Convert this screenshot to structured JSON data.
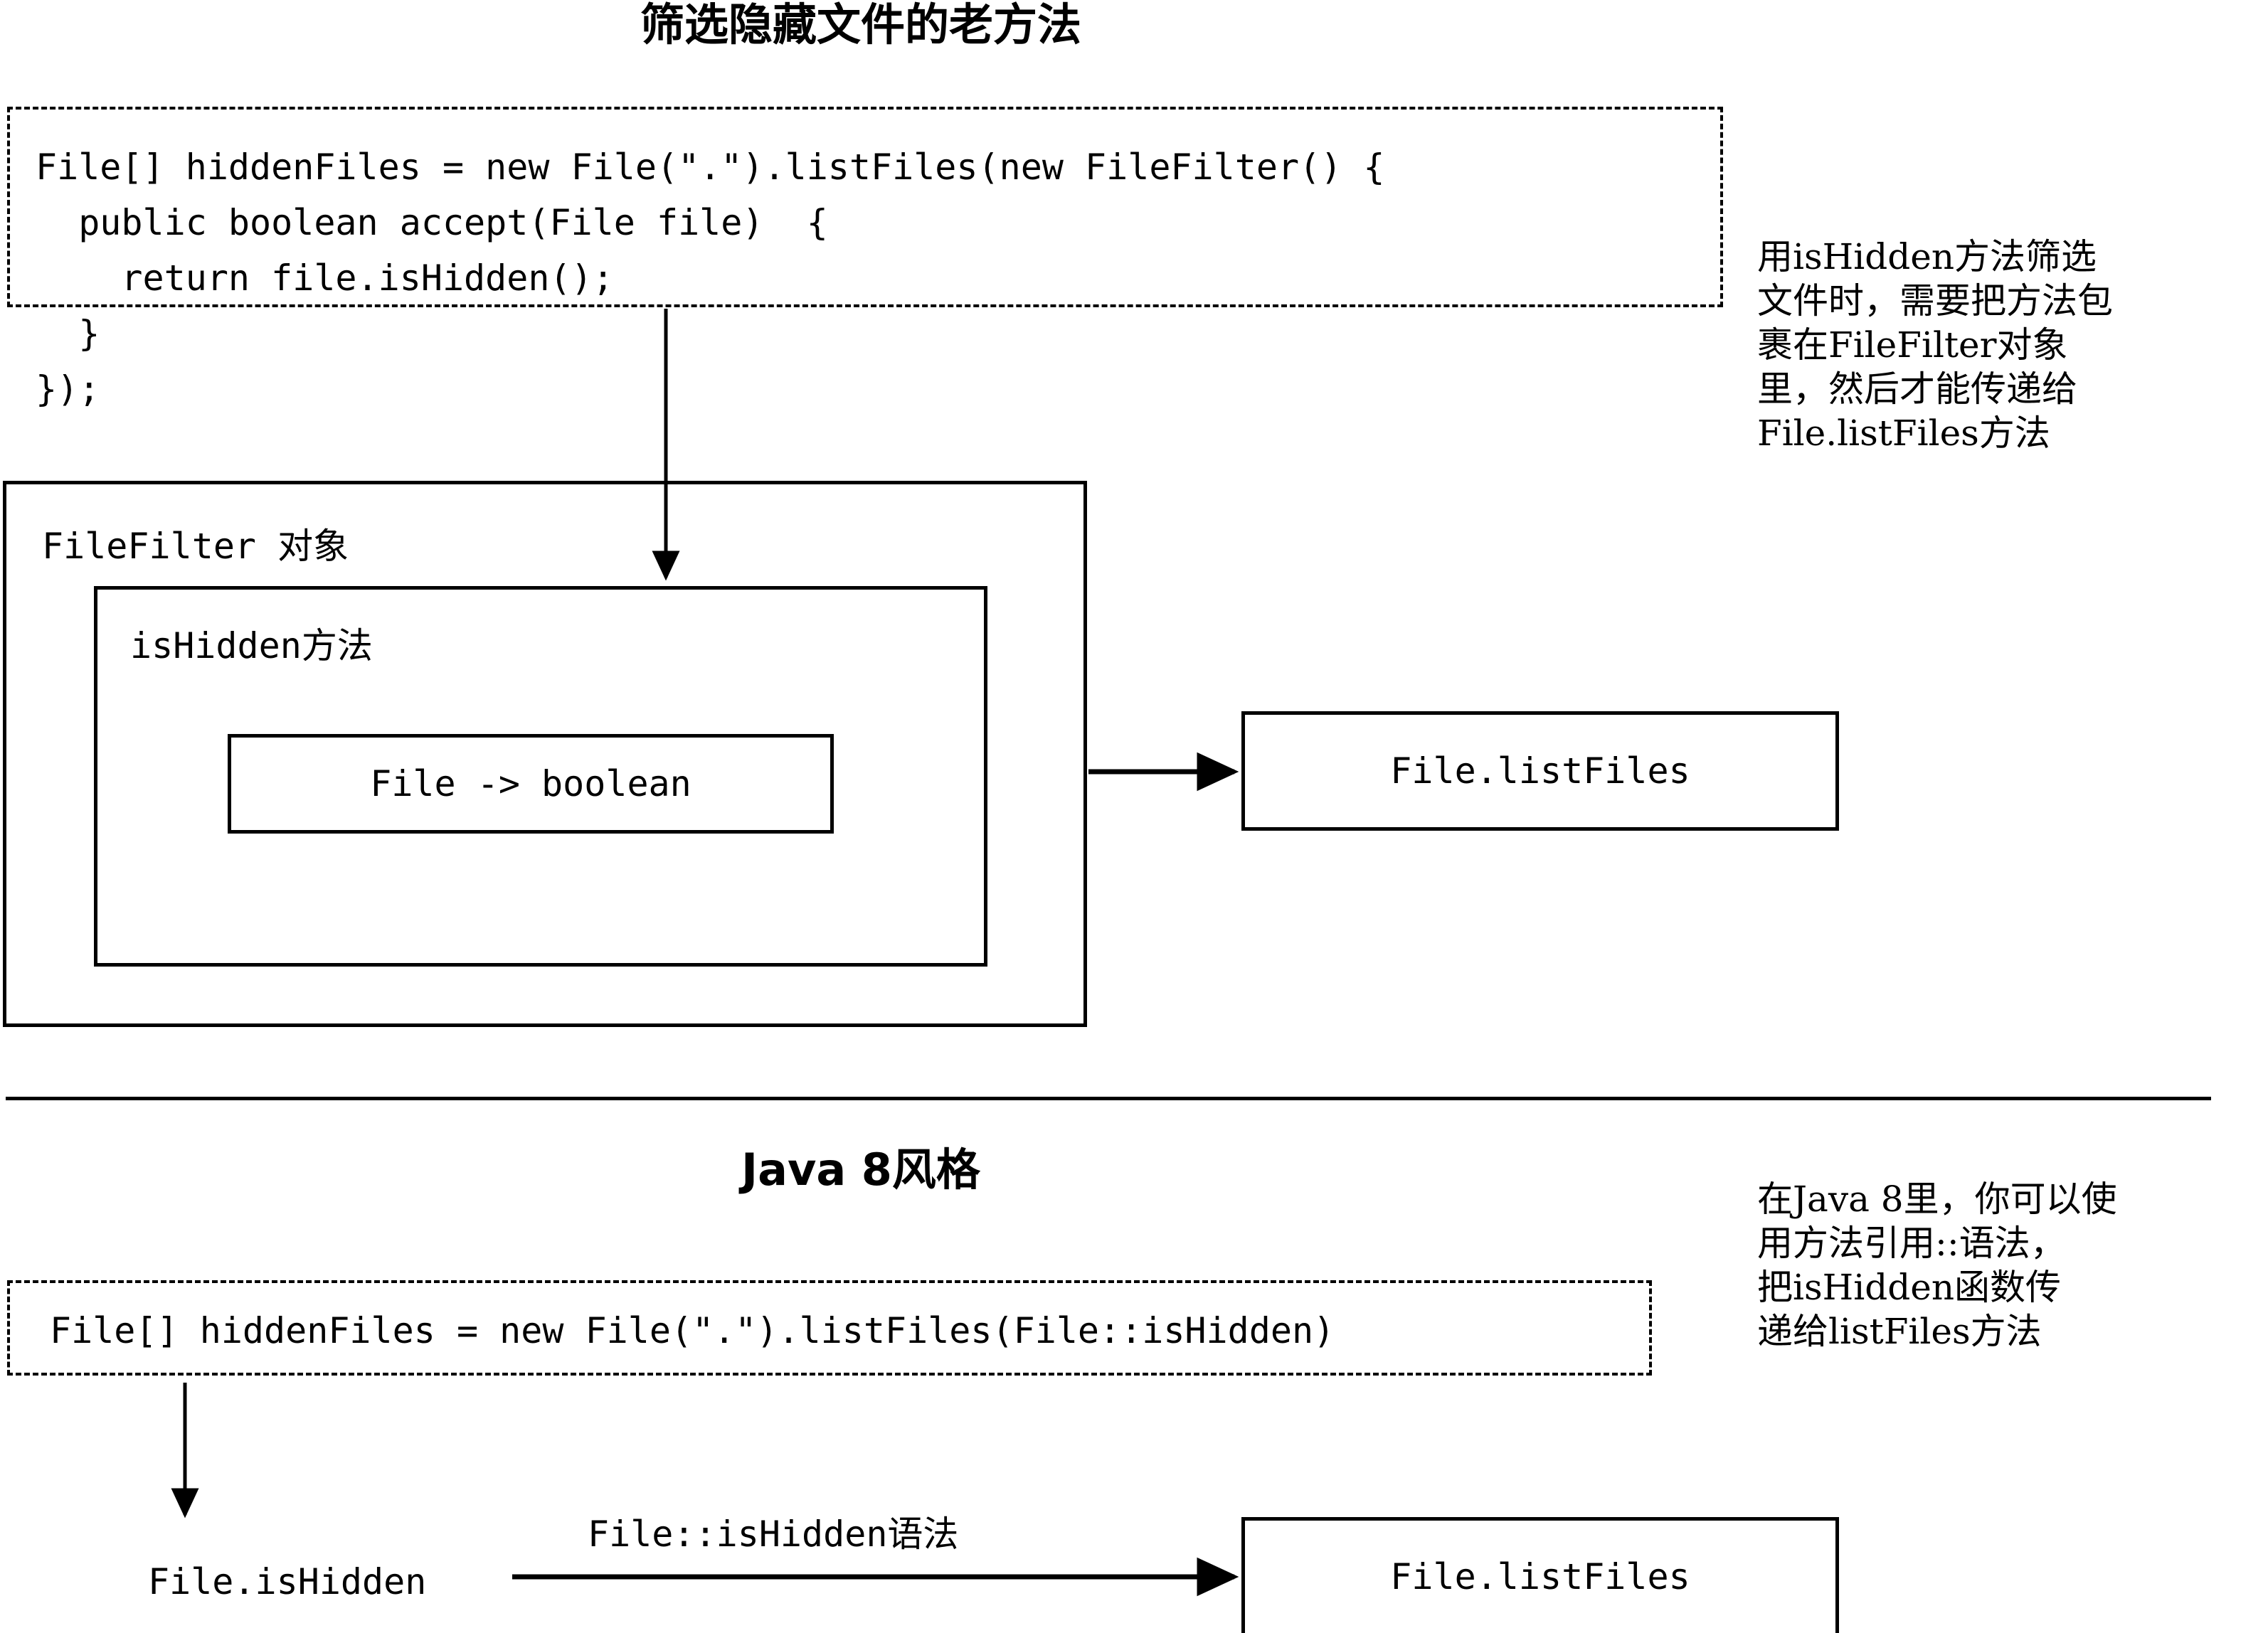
{
  "sections": {
    "old": {
      "title": "筛选隐藏文件的老方法",
      "code": "File[] hiddenFiles = new File(\".\").listFiles(new FileFilter() {\n  public boolean accept(File file)  {\n    return file.isHidden();\n  }\n});",
      "note": "用isHidden方法筛选\n文件时，需要把方法包\n裹在FileFilter对象\n里，然后才能传递给\nFile.listFiles方法",
      "filter_box_label": "FileFilter 对象",
      "method_box_label": "isHidden方法",
      "signature_box_label": "File -> boolean",
      "target_box_label": "File.listFiles"
    },
    "new": {
      "title": "Java 8风格",
      "code": "File[] hiddenFiles = new File(\".\").listFiles(File::isHidden)",
      "note": "在Java 8里，你可以使\n用方法引用::语法，\n把isHidden函数传\n递给listFiles方法",
      "source_label": "File.isHidden",
      "arrow_label": "File::isHidden语法",
      "target_box_label": "File.listFiles"
    }
  },
  "colors": {
    "ink": "#000000",
    "paper": "#ffffff"
  }
}
